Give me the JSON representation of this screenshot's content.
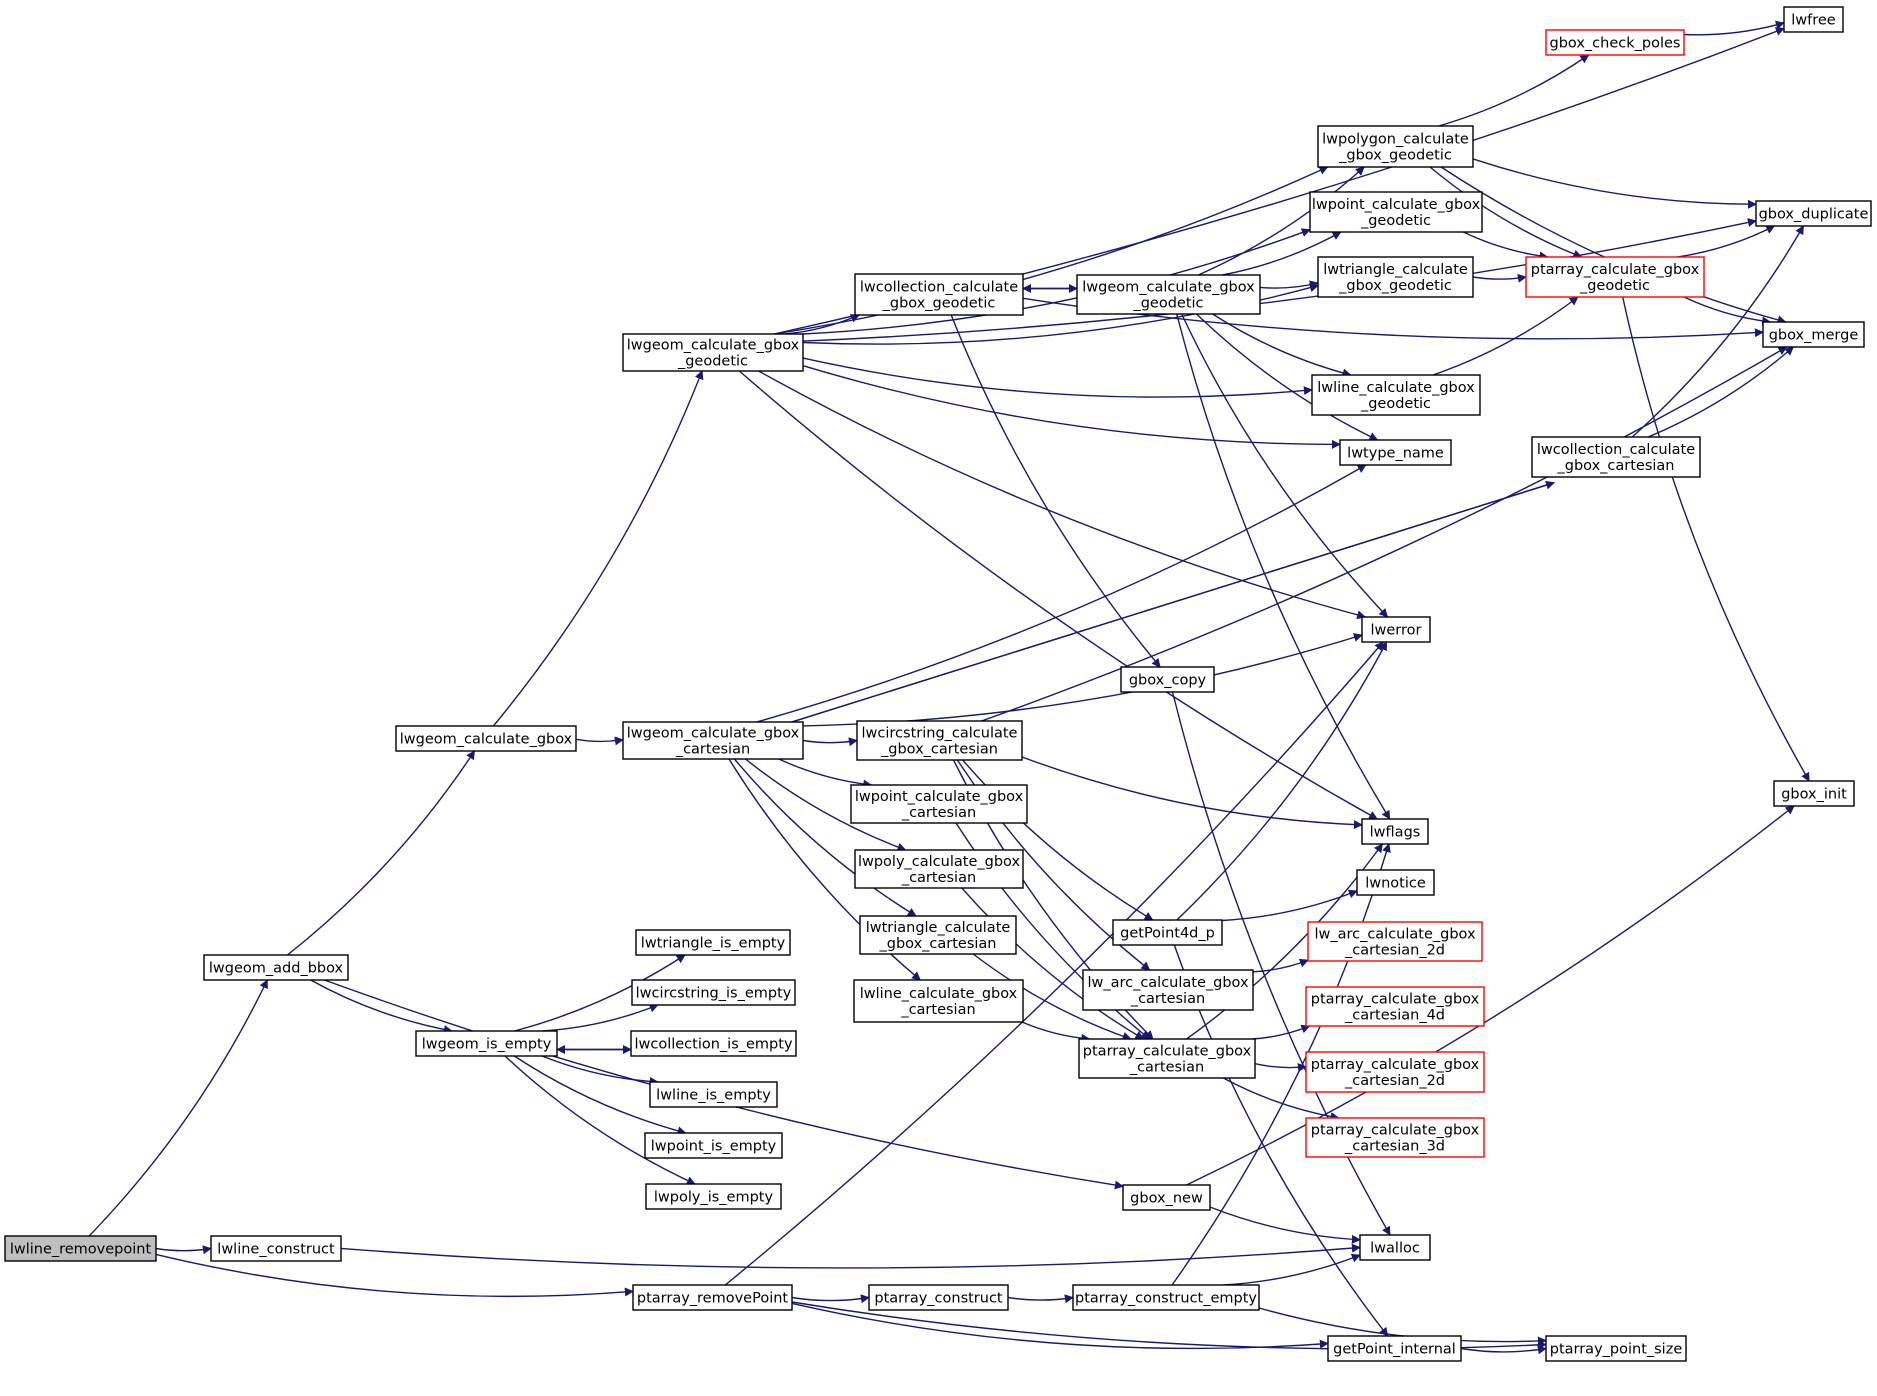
{
  "diagram": {
    "title": "",
    "edge_color": "#191970",
    "truncated_node_border_color": "#ff0000",
    "root_node_fill": "#bfbfbf",
    "nodes": [
      {
        "id": "lwline_removepoint",
        "lines": [
          "lwline_removepoint"
        ],
        "style": "root"
      },
      {
        "id": "lwline_construct",
        "lines": [
          "lwline_construct"
        ],
        "style": "normal"
      },
      {
        "id": "lwgeom_add_bbox",
        "lines": [
          "lwgeom_add_bbox"
        ],
        "style": "normal"
      },
      {
        "id": "ptarray_removePoint",
        "lines": [
          "ptarray_removePoint"
        ],
        "style": "normal"
      },
      {
        "id": "lwgeom_calculate_gbox",
        "lines": [
          "lwgeom_calculate_gbox"
        ],
        "style": "normal"
      },
      {
        "id": "lwgeom_is_empty",
        "lines": [
          "lwgeom_is_empty"
        ],
        "style": "normal"
      },
      {
        "id": "lwgeom_calculate_gbox_geodetic",
        "lines": [
          "lwgeom_calculate_gbox",
          "_geodetic"
        ],
        "style": "normal"
      },
      {
        "id": "lwgeom_calculate_gbox_cartesian",
        "lines": [
          "lwgeom_calculate_gbox",
          "_cartesian"
        ],
        "style": "normal"
      },
      {
        "id": "lwtriangle_is_empty",
        "lines": [
          "lwtriangle_is_empty"
        ],
        "style": "normal"
      },
      {
        "id": "lwcircstring_is_empty",
        "lines": [
          "lwcircstring_is_empty"
        ],
        "style": "normal"
      },
      {
        "id": "lwcollection_is_empty",
        "lines": [
          "lwcollection_is_empty"
        ],
        "style": "normal"
      },
      {
        "id": "lwline_is_empty",
        "lines": [
          "lwline_is_empty"
        ],
        "style": "normal"
      },
      {
        "id": "lwpoint_is_empty",
        "lines": [
          "lwpoint_is_empty"
        ],
        "style": "normal"
      },
      {
        "id": "lwpoly_is_empty",
        "lines": [
          "lwpoly_is_empty"
        ],
        "style": "normal"
      },
      {
        "id": "lwcollection_calculate_gbox_geodetic",
        "lines": [
          "lwcollection_calculate",
          "_gbox_geodetic"
        ],
        "style": "normal"
      },
      {
        "id": "lwcircstring_calculate_gbox_cartesian",
        "lines": [
          "lwcircstring_calculate",
          "_gbox_cartesian"
        ],
        "style": "normal"
      },
      {
        "id": "lwpoint_calculate_gbox_cartesian",
        "lines": [
          "lwpoint_calculate_gbox",
          "_cartesian"
        ],
        "style": "normal"
      },
      {
        "id": "lwpoly_calculate_gbox_cartesian",
        "lines": [
          "lwpoly_calculate_gbox",
          "_cartesian"
        ],
        "style": "normal"
      },
      {
        "id": "lwtriangle_calculate_gbox_cartesian",
        "lines": [
          "lwtriangle_calculate",
          "_gbox_cartesian"
        ],
        "style": "normal"
      },
      {
        "id": "lwline_calculate_gbox_cartesian",
        "lines": [
          "lwline_calculate_gbox",
          "_cartesian"
        ],
        "style": "normal"
      },
      {
        "id": "ptarray_construct",
        "lines": [
          "ptarray_construct"
        ],
        "style": "normal"
      },
      {
        "id": "lwgeom_calculate_gbox_geodetic2",
        "lines": [
          "lwgeom_calculate_gbox",
          "_geodetic"
        ],
        "style": "normal"
      },
      {
        "id": "gbox_copy",
        "lines": [
          "gbox_copy"
        ],
        "style": "normal"
      },
      {
        "id": "getPoint4d_p",
        "lines": [
          "getPoint4d_p"
        ],
        "style": "normal"
      },
      {
        "id": "lw_arc_calculate_gbox_cartesian",
        "lines": [
          "lw_arc_calculate_gbox",
          "_cartesian"
        ],
        "style": "normal"
      },
      {
        "id": "ptarray_calculate_gbox_cartesian",
        "lines": [
          "ptarray_calculate_gbox",
          "_cartesian"
        ],
        "style": "normal"
      },
      {
        "id": "gbox_new",
        "lines": [
          "gbox_new"
        ],
        "style": "normal"
      },
      {
        "id": "ptarray_construct_empty",
        "lines": [
          "ptarray_construct_empty"
        ],
        "style": "normal"
      },
      {
        "id": "lwpolygon_calculate_gbox_geodetic",
        "lines": [
          "lwpolygon_calculate",
          "_gbox_geodetic"
        ],
        "style": "normal"
      },
      {
        "id": "lwpoint_calculate_gbox_geodetic",
        "lines": [
          "lwpoint_calculate_gbox",
          "_geodetic"
        ],
        "style": "normal"
      },
      {
        "id": "lwtriangle_calculate_gbox_geodetic",
        "lines": [
          "lwtriangle_calculate",
          "_gbox_geodetic"
        ],
        "style": "normal"
      },
      {
        "id": "lwline_calculate_gbox_geodetic",
        "lines": [
          "lwline_calculate_gbox",
          "_geodetic"
        ],
        "style": "normal"
      },
      {
        "id": "lwtype_name",
        "lines": [
          "lwtype_name"
        ],
        "style": "normal"
      },
      {
        "id": "lwerror",
        "lines": [
          "lwerror"
        ],
        "style": "normal"
      },
      {
        "id": "lwflags",
        "lines": [
          "lwflags"
        ],
        "style": "normal"
      },
      {
        "id": "lwnotice",
        "lines": [
          "lwnotice"
        ],
        "style": "normal"
      },
      {
        "id": "lw_arc_calculate_gbox_cartesian_2d",
        "lines": [
          "lw_arc_calculate_gbox",
          "_cartesian_2d"
        ],
        "style": "truncated"
      },
      {
        "id": "ptarray_calculate_gbox_cartesian_4d",
        "lines": [
          "ptarray_calculate_gbox",
          "_cartesian_4d"
        ],
        "style": "truncated"
      },
      {
        "id": "ptarray_calculate_gbox_cartesian_2d",
        "lines": [
          "ptarray_calculate_gbox",
          "_cartesian_2d"
        ],
        "style": "truncated"
      },
      {
        "id": "ptarray_calculate_gbox_cartesian_3d",
        "lines": [
          "ptarray_calculate_gbox",
          "_cartesian_3d"
        ],
        "style": "truncated"
      },
      {
        "id": "lwalloc",
        "lines": [
          "lwalloc"
        ],
        "style": "normal"
      },
      {
        "id": "getPoint_internal",
        "lines": [
          "getPoint_internal"
        ],
        "style": "normal"
      },
      {
        "id": "gbox_check_poles",
        "lines": [
          "gbox_check_poles"
        ],
        "style": "truncated"
      },
      {
        "id": "ptarray_calculate_gbox_geodetic",
        "lines": [
          "ptarray_calculate_gbox",
          "_geodetic"
        ],
        "style": "truncated"
      },
      {
        "id": "lwcollection_calculate_gbox_cartesian",
        "lines": [
          "lwcollection_calculate",
          "_gbox_cartesian"
        ],
        "style": "normal"
      },
      {
        "id": "ptarray_point_size",
        "lines": [
          "ptarray_point_size"
        ],
        "style": "normal"
      },
      {
        "id": "lwfree",
        "lines": [
          "lwfree"
        ],
        "style": "normal"
      },
      {
        "id": "gbox_duplicate",
        "lines": [
          "gbox_duplicate"
        ],
        "style": "normal"
      },
      {
        "id": "gbox_merge",
        "lines": [
          "gbox_merge"
        ],
        "style": "normal"
      },
      {
        "id": "gbox_init",
        "lines": [
          "gbox_init"
        ],
        "style": "normal"
      }
    ],
    "edges": [
      [
        "lwline_removepoint",
        "lwline_construct"
      ],
      [
        "lwline_removepoint",
        "lwgeom_add_bbox"
      ],
      [
        "lwline_removepoint",
        "ptarray_removePoint"
      ],
      [
        "lwline_construct",
        "lwalloc"
      ],
      [
        "lwgeom_add_bbox",
        "lwgeom_calculate_gbox"
      ],
      [
        "lwgeom_add_bbox",
        "lwgeom_is_empty"
      ],
      [
        "lwgeom_add_bbox",
        "gbox_new"
      ],
      [
        "lwgeom_calculate_gbox",
        "lwgeom_calculate_gbox_geodetic"
      ],
      [
        "lwgeom_calculate_gbox",
        "lwgeom_calculate_gbox_cartesian"
      ],
      [
        "lwgeom_is_empty",
        "lwtriangle_is_empty"
      ],
      [
        "lwgeom_is_empty",
        "lwcircstring_is_empty"
      ],
      [
        "lwgeom_is_empty",
        "lwcollection_is_empty"
      ],
      [
        "lwgeom_is_empty",
        "lwline_is_empty"
      ],
      [
        "lwgeom_is_empty",
        "lwpoint_is_empty"
      ],
      [
        "lwgeom_is_empty",
        "lwpoly_is_empty"
      ],
      [
        "lwcollection_is_empty",
        "lwgeom_is_empty"
      ],
      [
        "lwgeom_calculate_gbox_geodetic",
        "lwcollection_calculate_gbox_geodetic"
      ],
      [
        "lwgeom_calculate_gbox_geodetic",
        "lwpolygon_calculate_gbox_geodetic"
      ],
      [
        "lwgeom_calculate_gbox_geodetic",
        "lwpoint_calculate_gbox_geodetic"
      ],
      [
        "lwgeom_calculate_gbox_geodetic",
        "lwtriangle_calculate_gbox_geodetic"
      ],
      [
        "lwgeom_calculate_gbox_geodetic",
        "lwline_calculate_gbox_geodetic"
      ],
      [
        "lwgeom_calculate_gbox_geodetic",
        "lwtype_name"
      ],
      [
        "lwgeom_calculate_gbox_geodetic",
        "lwerror"
      ],
      [
        "lwgeom_calculate_gbox_geodetic",
        "lwflags"
      ],
      [
        "lwgeom_calculate_gbox_geodetic",
        "lwfree"
      ],
      [
        "lwgeom_calculate_gbox_geodetic",
        "gbox_duplicate"
      ],
      [
        "lwgeom_calculate_gbox_cartesian",
        "lwcircstring_calculate_gbox_cartesian"
      ],
      [
        "lwgeom_calculate_gbox_cartesian",
        "lwpoint_calculate_gbox_cartesian"
      ],
      [
        "lwgeom_calculate_gbox_cartesian",
        "lwpoly_calculate_gbox_cartesian"
      ],
      [
        "lwgeom_calculate_gbox_cartesian",
        "lwtriangle_calculate_gbox_cartesian"
      ],
      [
        "lwgeom_calculate_gbox_cartesian",
        "lwline_calculate_gbox_cartesian"
      ],
      [
        "lwgeom_calculate_gbox_cartesian",
        "lwcollection_calculate_gbox_cartesian"
      ],
      [
        "lwgeom_calculate_gbox_cartesian",
        "lwtype_name"
      ],
      [
        "lwgeom_calculate_gbox_cartesian",
        "lwerror"
      ],
      [
        "lwcollection_calculate_gbox_cartesian",
        "lwgeom_calculate_gbox_cartesian"
      ],
      [
        "lwcollection_calculate_gbox_cartesian",
        "gbox_duplicate"
      ],
      [
        "lwcollection_calculate_gbox_cartesian",
        "gbox_merge"
      ],
      [
        "lwcollection_calculate_gbox_geodetic",
        "lwgeom_calculate_gbox_geodetic2"
      ],
      [
        "lwgeom_calculate_gbox_geodetic2",
        "lwcollection_calculate_gbox_geodetic"
      ],
      [
        "lwcollection_calculate_gbox_geodetic",
        "gbox_copy"
      ],
      [
        "lwcollection_calculate_gbox_geodetic",
        "gbox_merge"
      ],
      [
        "lwgeom_calculate_gbox_geodetic2",
        "lwpolygon_calculate_gbox_geodetic"
      ],
      [
        "lwgeom_calculate_gbox_geodetic2",
        "lwpoint_calculate_gbox_geodetic"
      ],
      [
        "lwgeom_calculate_gbox_geodetic2",
        "lwtriangle_calculate_gbox_geodetic"
      ],
      [
        "lwgeom_calculate_gbox_geodetic2",
        "lwline_calculate_gbox_geodetic"
      ],
      [
        "lwgeom_calculate_gbox_geodetic2",
        "lwtype_name"
      ],
      [
        "lwgeom_calculate_gbox_geodetic2",
        "lwerror"
      ],
      [
        "lwgeom_calculate_gbox_geodetic2",
        "lwflags"
      ],
      [
        "lwpolygon_calculate_gbox_geodetic",
        "gbox_check_poles"
      ],
      [
        "lwpolygon_calculate_gbox_geodetic",
        "ptarray_calculate_gbox_geodetic"
      ],
      [
        "lwpolygon_calculate_gbox_geodetic",
        "gbox_duplicate"
      ],
      [
        "lwpolygon_calculate_gbox_geodetic",
        "gbox_merge"
      ],
      [
        "lwpoint_calculate_gbox_geodetic",
        "ptarray_calculate_gbox_geodetic"
      ],
      [
        "lwtriangle_calculate_gbox_geodetic",
        "ptarray_calculate_gbox_geodetic"
      ],
      [
        "lwline_calculate_gbox_geodetic",
        "ptarray_calculate_gbox_geodetic"
      ],
      [
        "gbox_check_poles",
        "lwfree"
      ],
      [
        "ptarray_calculate_gbox_geodetic",
        "gbox_duplicate"
      ],
      [
        "ptarray_calculate_gbox_geodetic",
        "gbox_merge"
      ],
      [
        "ptarray_calculate_gbox_geodetic",
        "gbox_init"
      ],
      [
        "lwcircstring_calculate_gbox_cartesian",
        "lwflags"
      ],
      [
        "lwcircstring_calculate_gbox_cartesian",
        "getPoint4d_p"
      ],
      [
        "lwcircstring_calculate_gbox_cartesian",
        "lw_arc_calculate_gbox_cartesian"
      ],
      [
        "lwcircstring_calculate_gbox_cartesian",
        "ptarray_calculate_gbox_cartesian"
      ],
      [
        "lwcircstring_calculate_gbox_cartesian",
        "gbox_merge"
      ],
      [
        "lwpoint_calculate_gbox_cartesian",
        "ptarray_calculate_gbox_cartesian"
      ],
      [
        "lwpoly_calculate_gbox_cartesian",
        "ptarray_calculate_gbox_cartesian"
      ],
      [
        "lwtriangle_calculate_gbox_cartesian",
        "ptarray_calculate_gbox_cartesian"
      ],
      [
        "lwline_calculate_gbox_cartesian",
        "ptarray_calculate_gbox_cartesian"
      ],
      [
        "getPoint4d_p",
        "lwerror"
      ],
      [
        "getPoint4d_p",
        "lwnotice"
      ],
      [
        "getPoint4d_p",
        "getPoint_internal"
      ],
      [
        "lw_arc_calculate_gbox_cartesian",
        "lw_arc_calculate_gbox_cartesian_2d"
      ],
      [
        "ptarray_calculate_gbox_cartesian",
        "lwflags"
      ],
      [
        "ptarray_calculate_gbox_cartesian",
        "ptarray_calculate_gbox_cartesian_4d"
      ],
      [
        "ptarray_calculate_gbox_cartesian",
        "ptarray_calculate_gbox_cartesian_2d"
      ],
      [
        "ptarray_calculate_gbox_cartesian",
        "ptarray_calculate_gbox_cartesian_3d"
      ],
      [
        "gbox_copy",
        "lwalloc"
      ],
      [
        "gbox_new",
        "lwalloc"
      ],
      [
        "gbox_new",
        "gbox_init"
      ],
      [
        "ptarray_removePoint",
        "lwerror"
      ],
      [
        "ptarray_removePoint",
        "ptarray_construct"
      ],
      [
        "ptarray_removePoint",
        "getPoint_internal"
      ],
      [
        "ptarray_removePoint",
        "ptarray_point_size"
      ],
      [
        "ptarray_construct",
        "ptarray_construct_empty"
      ],
      [
        "ptarray_construct_empty",
        "lwalloc"
      ],
      [
        "ptarray_construct_empty",
        "lwflags"
      ],
      [
        "ptarray_construct_empty",
        "ptarray_point_size"
      ],
      [
        "getPoint_internal",
        "ptarray_point_size"
      ]
    ]
  }
}
